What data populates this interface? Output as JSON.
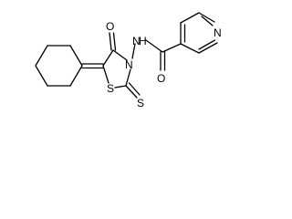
{
  "molecule": {
    "atoms": {
      "oxygen_keto": "O",
      "oxygen_amide": "O",
      "nitrogen_amide": "N",
      "hydrogen_amide": "H",
      "nitrogen_ring": "N",
      "nitrogen_pyridine": "N",
      "sulfur_ring": "S",
      "sulfur_thione": "S"
    }
  }
}
